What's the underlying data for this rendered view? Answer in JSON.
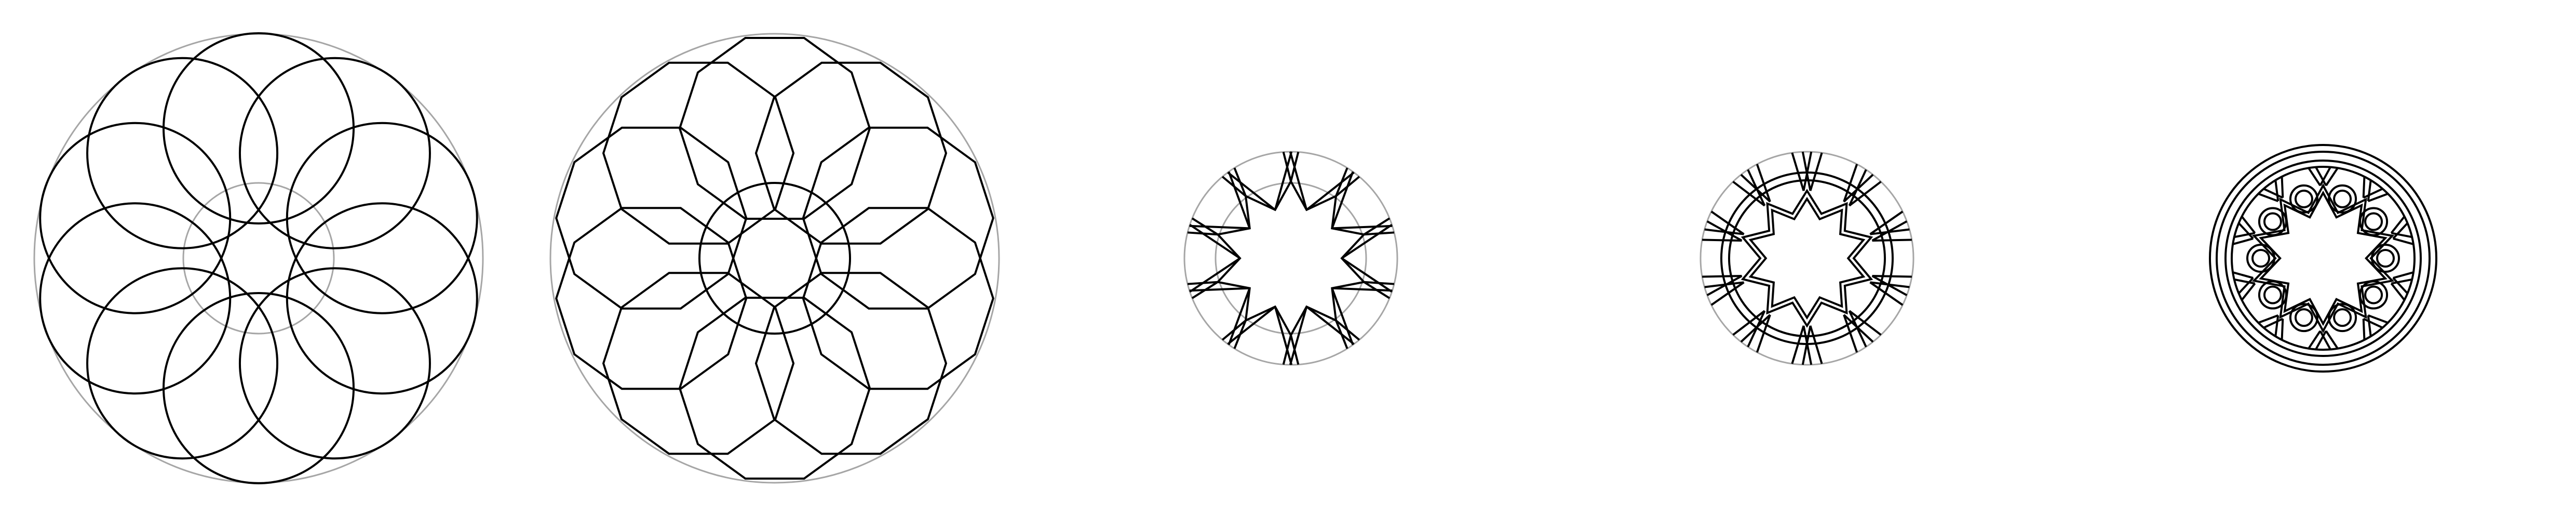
{
  "figure": {
    "background": "#ffffff",
    "stroke_color": "#000000",
    "guide_color": "#a6a6a6",
    "stages": [
      {
        "name": "overlapping-circles",
        "description_kind": "ring of circles around a central circle",
        "petal_count": 10
      },
      {
        "name": "decagonal-rosette",
        "description_kind": "polygonal petal outlines",
        "petal_count": 10
      },
      {
        "name": "star-lattice",
        "description_kind": "ten-point star with radial spokes",
        "point_count": 10
      },
      {
        "name": "double-line-lattice",
        "description_kind": "doubled strap lines",
        "point_count": 10
      },
      {
        "name": "interlaced-knot",
        "description_kind": "over-under interlace in bordered medallion",
        "point_count": 10
      }
    ]
  }
}
